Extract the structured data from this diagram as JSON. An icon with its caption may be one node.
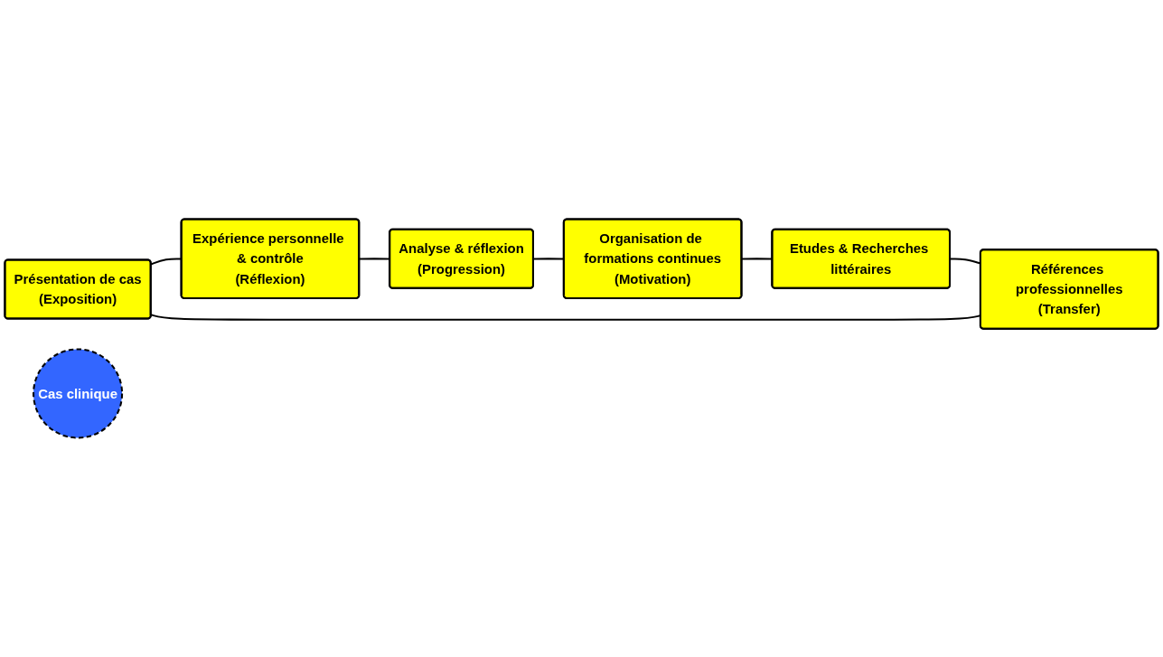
{
  "diagram": {
    "nodes": [
      {
        "text": [
          "Présentation de cas",
          "(Exposition)"
        ]
      },
      {
        "text": [
          "Références professionnelles",
          "(Transfer)"
        ]
      },
      {
        "text": [
          "Expérience personnelle & contrôle",
          "(Réflexion)"
        ]
      },
      {
        "text": [
          "Cas clinique"
        ]
      },
      {
        "text": [
          "Etudes & Recherches littéraires"
        ]
      },
      {
        "text": [
          "Analyse & réflexion",
          "(Progression)"
        ]
      },
      {
        "text": [
          "Organisation de formations continues",
          "(Motivation)"
        ]
      }
    ],
    "edges": [
      {
        "from": 0,
        "to": 2,
        "arrow": "none"
      },
      {
        "from": 2,
        "to": 5,
        "arrow": "none"
      },
      {
        "from": 5,
        "to": 6,
        "arrow": "none"
      },
      {
        "from": 6,
        "to": 4,
        "arrow": "none"
      },
      {
        "from": 4,
        "to": 1,
        "arrow": "none"
      },
      {
        "from": 1,
        "to": 0,
        "arrow": "none"
      }
    ]
  }
}
